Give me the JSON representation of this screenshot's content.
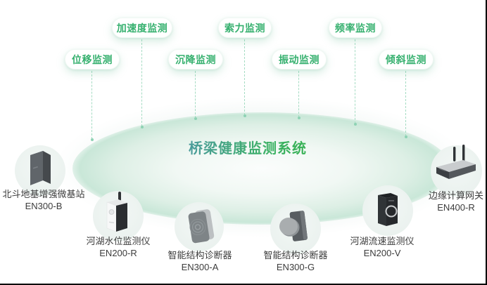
{
  "diagram": {
    "title": "桥梁健康监测系统"
  },
  "monitoring_tags": {
    "row1": [
      {
        "label": "加速度监测"
      },
      {
        "label": "索力监测"
      },
      {
        "label": "频率监测"
      }
    ],
    "row2": [
      {
        "label": "位移监测"
      },
      {
        "label": "沉降监测"
      },
      {
        "label": "振动监测"
      },
      {
        "label": "倾斜监测"
      }
    ]
  },
  "devices": [
    {
      "name": "北斗地基增强微基站",
      "model": "EN300-B",
      "icon": "beidou-base-station-icon"
    },
    {
      "name": "河湖水位监测仪",
      "model": "EN200-R",
      "icon": "water-level-monitor-icon"
    },
    {
      "name": "智能结构诊断器",
      "model": "EN300-A",
      "icon": "structure-diagnostic-icon"
    },
    {
      "name": "智能结构诊断器",
      "model": "EN300-G",
      "icon": "structure-diagnostic-disk-icon"
    },
    {
      "name": "河湖流速监测仪",
      "model": "EN200-V",
      "icon": "flow-velocity-monitor-icon"
    },
    {
      "name": "边缘计算网关",
      "model": "EN400-R",
      "icon": "edge-gateway-router-icon"
    }
  ],
  "colors": {
    "tag_text_green": "#35b06e",
    "title_gradient_start": "#4f97a8",
    "title_gradient_end": "#36b14e",
    "connector_green": "#a5dcc3",
    "ellipse_ring_green": "#c9e7d8",
    "halo_gray_green": "#ecf2ef",
    "label_text": "#3c3c3c",
    "frame_border": "#000000"
  }
}
